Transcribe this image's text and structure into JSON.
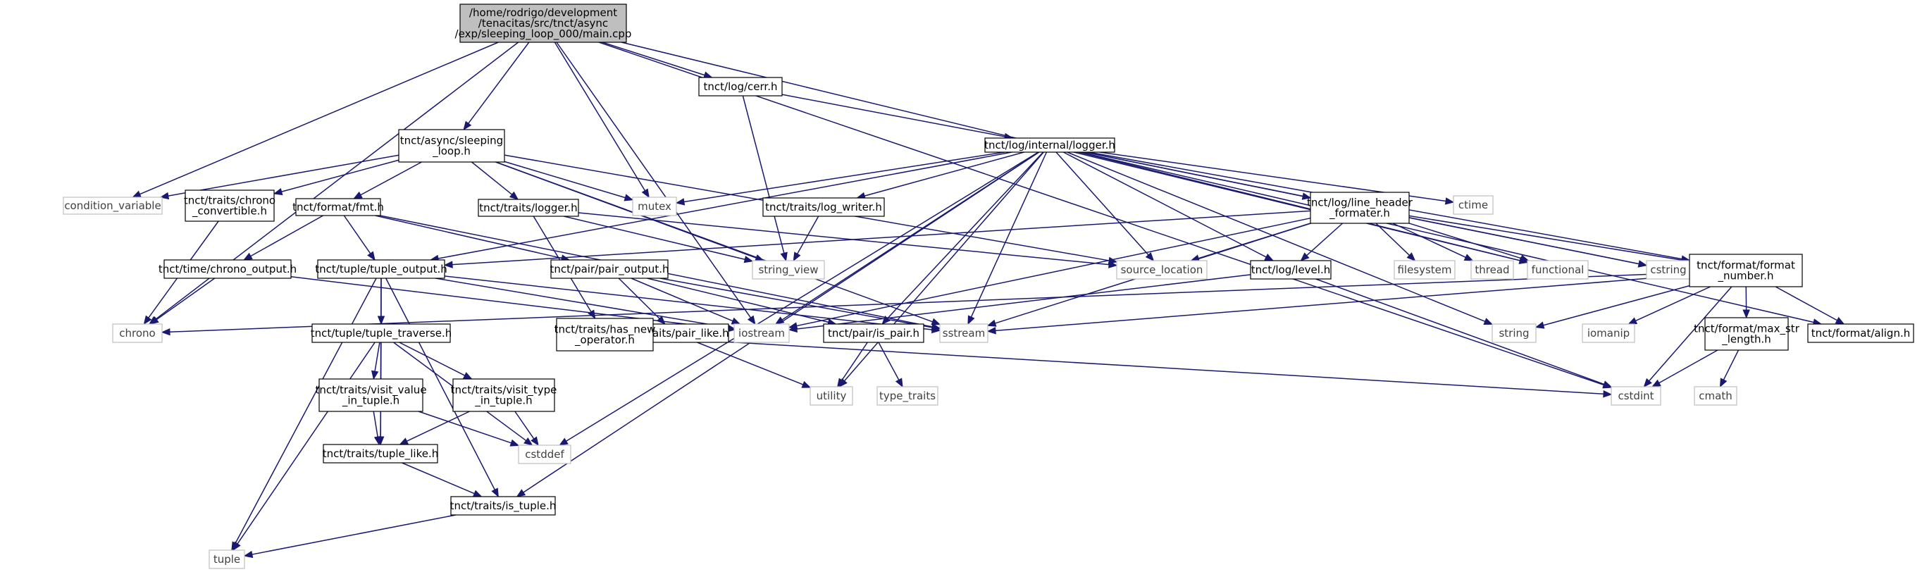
{
  "colors": {
    "edge": "#191970",
    "main_fill": "#bfbfbf",
    "header_stroke": "#000000",
    "system_stroke": "#bfbfbf",
    "system_text": "#404040"
  },
  "nodes": {
    "main": {
      "lines": [
        "/home/rodrigo/development",
        "/tenacitas/src/tnct/async",
        "/exp/sleeping_loop_000/main.cpp"
      ]
    },
    "log_cerr": {
      "lines": [
        "tnct/log/cerr.h"
      ]
    },
    "async_sleeping_loop": {
      "lines": [
        "tnct/async/sleeping",
        "_loop.h"
      ]
    },
    "log_internal_logger": {
      "lines": [
        "tnct/log/internal/logger.h"
      ]
    },
    "condition_variable": {
      "lines": [
        "condition_variable"
      ]
    },
    "traits_chrono_convertible": {
      "lines": [
        "tnct/traits/chrono",
        "_convertible.h"
      ]
    },
    "format_fmt": {
      "lines": [
        "tnct/format/fmt.h"
      ]
    },
    "traits_logger": {
      "lines": [
        "tnct/traits/logger.h"
      ]
    },
    "mutex": {
      "lines": [
        "mutex"
      ]
    },
    "traits_log_writer": {
      "lines": [
        "tnct/traits/log_writer.h"
      ]
    },
    "log_line_header_formater": {
      "lines": [
        "tnct/log/line_header",
        "_formater.h"
      ]
    },
    "ctime": {
      "lines": [
        "ctime"
      ]
    },
    "time_chrono_output": {
      "lines": [
        "tnct/time/chrono_output.h"
      ]
    },
    "tuple_tuple_output": {
      "lines": [
        "tnct/tuple/tuple_output.h"
      ]
    },
    "pair_pair_output": {
      "lines": [
        "tnct/pair/pair_output.h"
      ]
    },
    "string_view": {
      "lines": [
        "string_view"
      ]
    },
    "source_location": {
      "lines": [
        "source_location"
      ]
    },
    "log_level": {
      "lines": [
        "tnct/log/level.h"
      ]
    },
    "filesystem": {
      "lines": [
        "filesystem"
      ]
    },
    "thread": {
      "lines": [
        "thread"
      ]
    },
    "functional": {
      "lines": [
        "functional"
      ]
    },
    "cstring": {
      "lines": [
        "cstring"
      ]
    },
    "format_format_number": {
      "lines": [
        "tnct/format/format",
        "_number.h"
      ]
    },
    "chrono": {
      "lines": [
        "chrono"
      ]
    },
    "tuple_tuple_traverse": {
      "lines": [
        "tnct/tuple/tuple_traverse.h"
      ]
    },
    "traits_pair_like": {
      "lines": [
        "tnct/traits/pair_like.h"
      ]
    },
    "iostream": {
      "lines": [
        "iostream"
      ]
    },
    "traits_has_new_operator": {
      "lines": [
        "tnct/traits/has_new",
        "_operator.h"
      ]
    },
    "pair_is_pair": {
      "lines": [
        "tnct/pair/is_pair.h"
      ]
    },
    "sstream": {
      "lines": [
        "sstream"
      ]
    },
    "string": {
      "lines": [
        "string"
      ]
    },
    "iomanip": {
      "lines": [
        "iomanip"
      ]
    },
    "format_max_str_length": {
      "lines": [
        "tnct/format/max_str",
        "_length.h"
      ]
    },
    "format_align": {
      "lines": [
        "tnct/format/align.h"
      ]
    },
    "traits_visit_value_in_tuple": {
      "lines": [
        "tnct/traits/visit_value",
        "_in_tuple.h"
      ]
    },
    "traits_visit_type_in_tuple": {
      "lines": [
        "tnct/traits/visit_type",
        "_in_tuple.h"
      ]
    },
    "utility": {
      "lines": [
        "utility"
      ]
    },
    "type_traits": {
      "lines": [
        "type_traits"
      ]
    },
    "cstdint": {
      "lines": [
        "cstdint"
      ]
    },
    "cmath": {
      "lines": [
        "cmath"
      ]
    },
    "cstddef": {
      "lines": [
        "cstddef"
      ]
    },
    "traits_tuple_like": {
      "lines": [
        "tnct/traits/tuple_like.h"
      ]
    },
    "traits_is_tuple": {
      "lines": [
        "tnct/traits/is_tuple.h"
      ]
    },
    "tuple": {
      "lines": [
        "tuple"
      ]
    }
  }
}
